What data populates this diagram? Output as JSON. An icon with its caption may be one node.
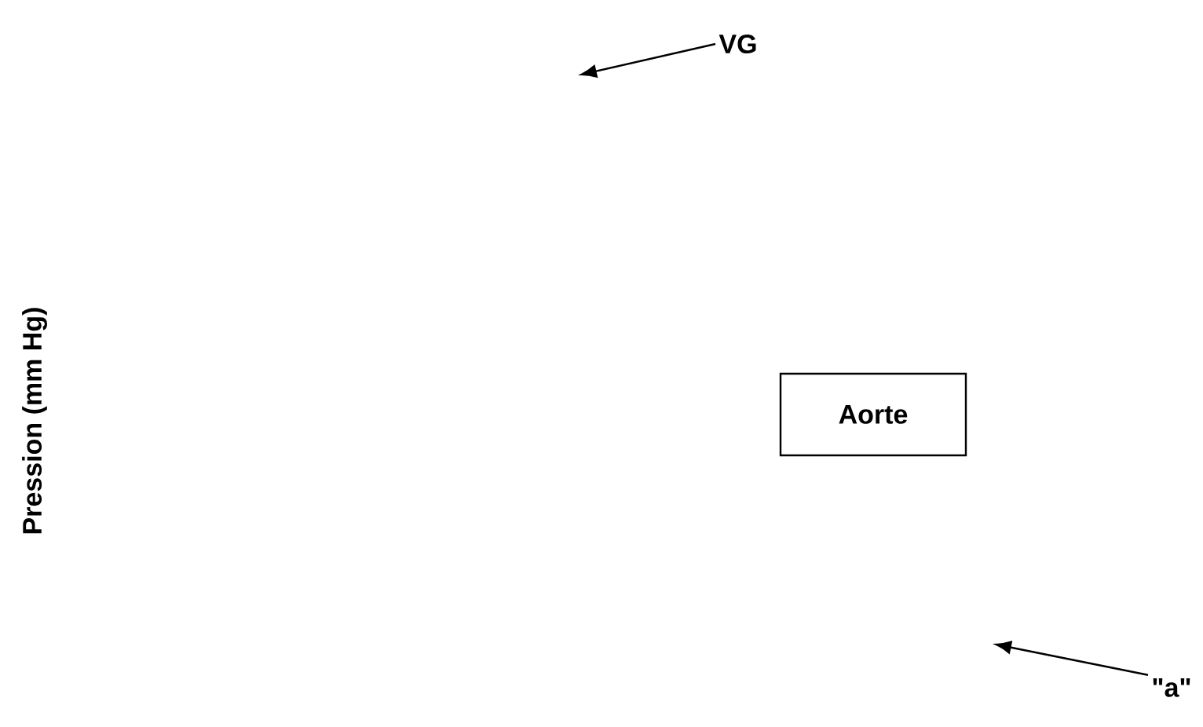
{
  "diagram": {
    "nodes": [
      {
        "text": [
          "VG"
        ]
      },
      {
        "text": [
          "Aorte"
        ]
      },
      {
        "text": [
          "\"a\""
        ]
      }
    ],
    "edges": [
      {
        "from": 0,
        "to": null,
        "arrow": "to"
      },
      {
        "from": 2,
        "to": null,
        "arrow": "to"
      }
    ],
    "labels": [
      "Pression (mm Hg)"
    ]
  }
}
